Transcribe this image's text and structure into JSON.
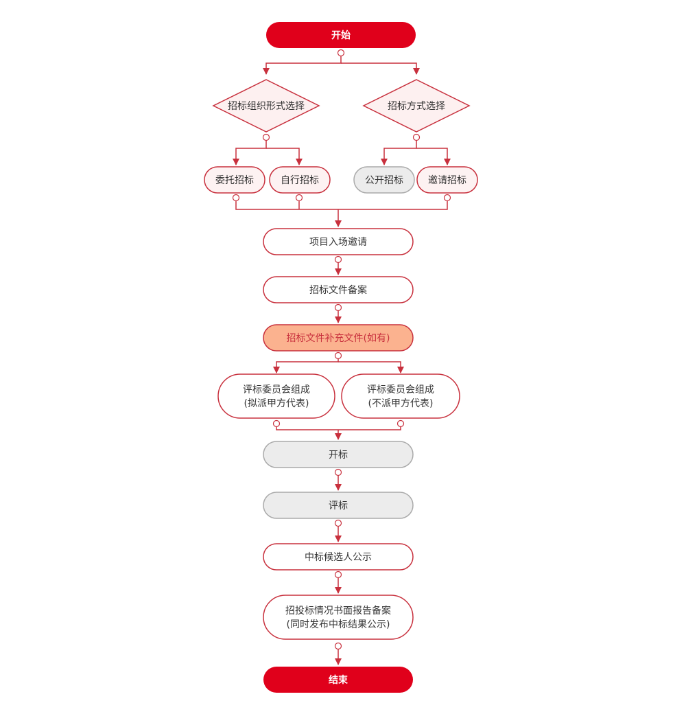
{
  "colors": {
    "accent_red": "#e0001b",
    "line_red": "#c8303d",
    "node_fill": "#ffffff",
    "decision_fill": "#fdf0f0",
    "option_fill": "#fdf2f2",
    "gray_fill": "#ececec",
    "highlight_fill": "#fbb28f"
  },
  "nodes": {
    "start": "开始",
    "decision_form": "招标组织形式选择",
    "decision_method": "招标方式选择",
    "entrusted": "委托招标",
    "self_run": "自行招标",
    "public": "公开招标",
    "invited": "邀请招标",
    "project_entry": "项目入场邀请",
    "doc_filing": "招标文件备案",
    "doc_supplement": "招标文件补充文件(如有)",
    "committee_with_rep_line1": "评标委员会组成",
    "committee_with_rep_line2": "(拟派甲方代表)",
    "committee_no_rep_line1": "评标委员会组成",
    "committee_no_rep_line2": "(不派甲方代表)",
    "bid_opening": "开标",
    "evaluation": "评标",
    "candidate_publicity": "中标候选人公示",
    "report_filing_line1": "招投标情况书面报告备案",
    "report_filing_line2": "(同时发布中标结果公示)",
    "end": "结束"
  }
}
